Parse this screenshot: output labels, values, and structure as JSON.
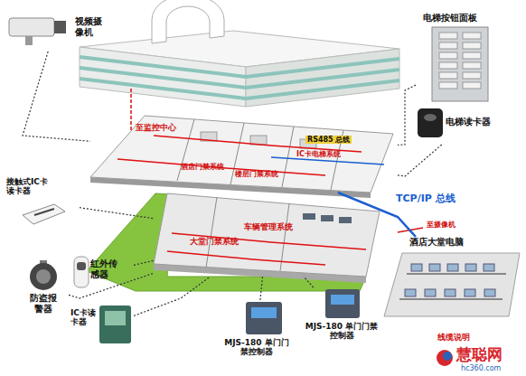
{
  "diagram": {
    "nodes": [
      {
        "text": [
          "视频摄像机"
        ]
      },
      {
        "text": [
          "电梯按钮面板"
        ]
      },
      {
        "text": [
          "酒店门禁系统",
          "楼层门禁系统",
          "RS485 总线",
          "IC卡电梯系统"
        ]
      },
      {
        "text": [
          "电梯读卡器"
        ]
      },
      {
        "text": [
          "接触式IC卡读卡器"
        ]
      },
      {
        "text": [
          "车辆管理系统",
          "大堂门禁系统"
        ]
      },
      {
        "text": [
          "酒店大堂电脑"
        ]
      },
      {
        "text": [
          "防盗报警器"
        ]
      },
      {
        "text": [
          "红外传感器"
        ]
      },
      {
        "text": [
          "IC卡读卡器"
        ]
      },
      {
        "text": [
          "MJS-180 单门门禁控制器"
        ]
      },
      {
        "text": [
          "MJS-180 单门门禁控制器"
        ]
      }
    ],
    "edges": [
      {
        "from": 0,
        "to": 2,
        "arrow": "none"
      },
      {
        "from": 1,
        "to": 2,
        "arrow": "none"
      },
      {
        "from": 3,
        "to": 2,
        "arrow": "none"
      },
      {
        "from": 4,
        "to": 5,
        "arrow": "none"
      },
      {
        "from": 7,
        "to": 5,
        "arrow": "none"
      },
      {
        "from": 8,
        "to": 5,
        "arrow": "none"
      },
      {
        "from": 9,
        "to": 5,
        "arrow": "none"
      },
      {
        "from": 11,
        "to": 5,
        "arrow": "none"
      },
      {
        "from": 10,
        "to": 5,
        "arrow": "none"
      },
      {
        "from": 2,
        "to": 6,
        "label": "TCP/IP 总线",
        "arrow": "none"
      }
    ],
    "labels": [
      "至监控中心",
      "至摄像机",
      "线缆说明",
      "慧聪网",
      "hc360.com"
    ]
  }
}
